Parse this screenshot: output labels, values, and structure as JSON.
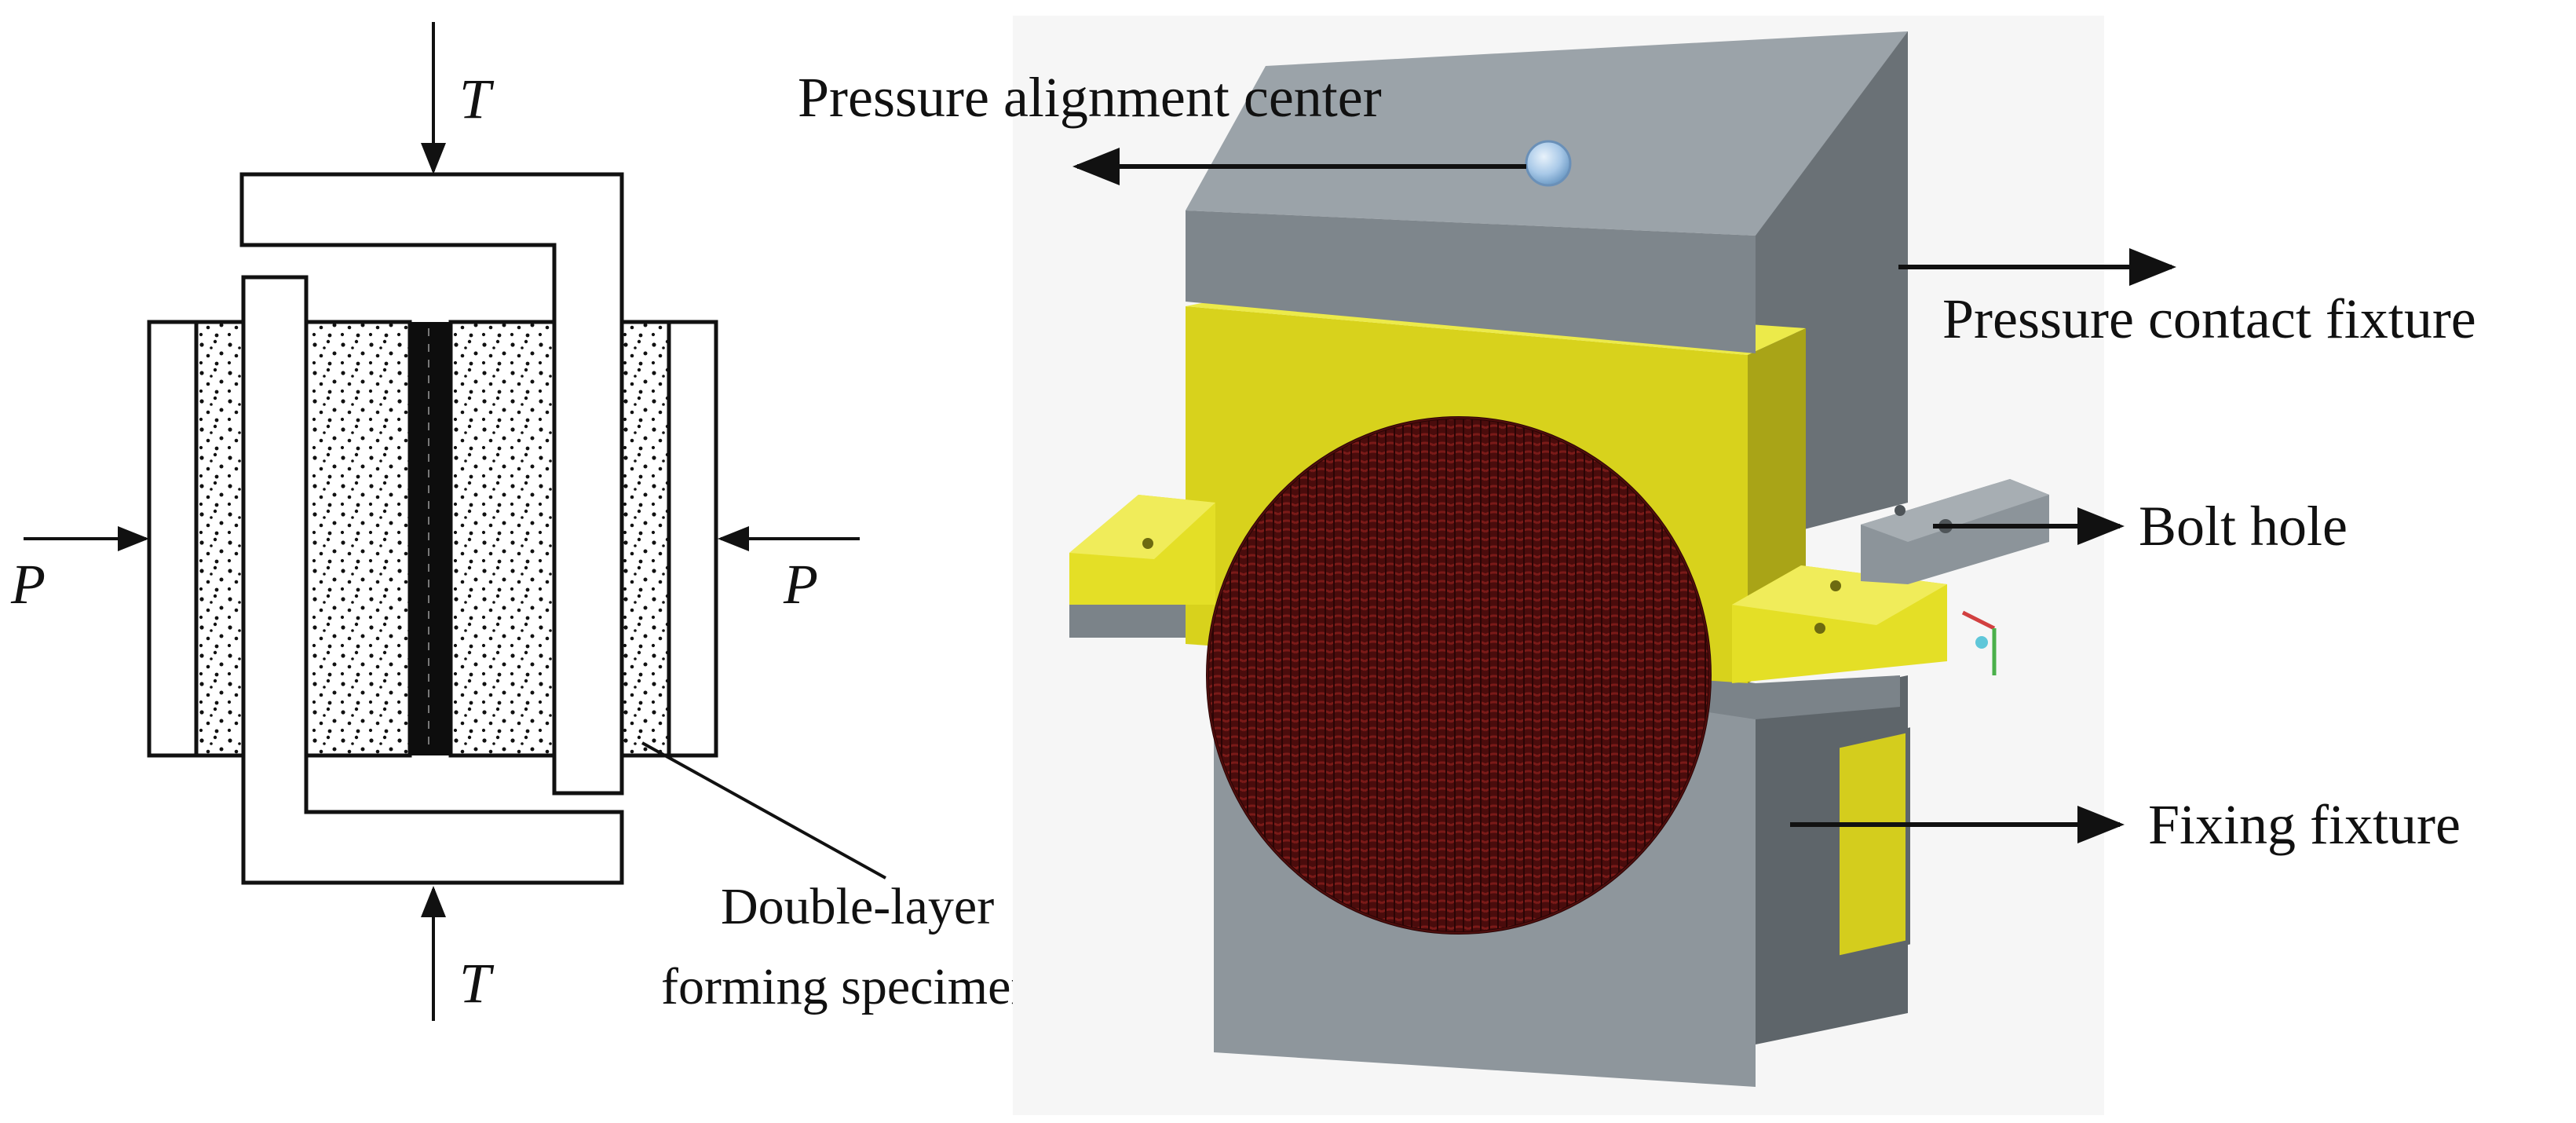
{
  "left_diagram": {
    "force_top": "T",
    "force_bottom": "T",
    "force_left": "P",
    "force_right": "P",
    "specimen_label_line1": "Double-layer",
    "specimen_label_line2": "forming specimen"
  },
  "right_model": {
    "callout_alignment": "Pressure alignment center",
    "callout_pressure_fixture": "Pressure contact fixture",
    "callout_bolt_hole": "Bolt hole",
    "callout_fixing_fixture": "Fixing fixture"
  },
  "colors": {
    "fixture_gray": "#8e969c",
    "fixture_yellow": "#d8d21c",
    "specimen_dark_red": "#4a0c0c",
    "alignment_dot": "#a9c9e8"
  }
}
